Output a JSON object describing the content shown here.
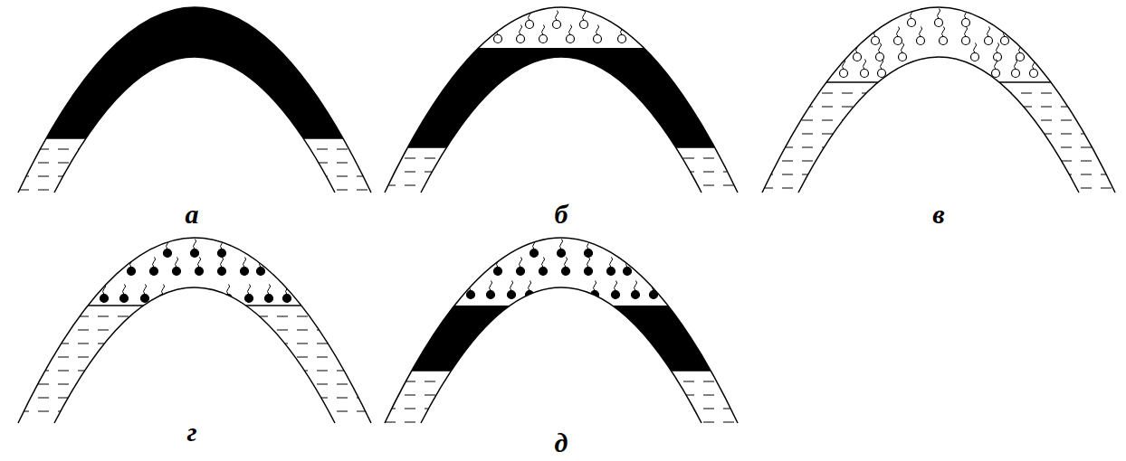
{
  "diagram": {
    "labels": [
      "а",
      "б",
      "в",
      "г",
      "д"
    ]
  }
}
